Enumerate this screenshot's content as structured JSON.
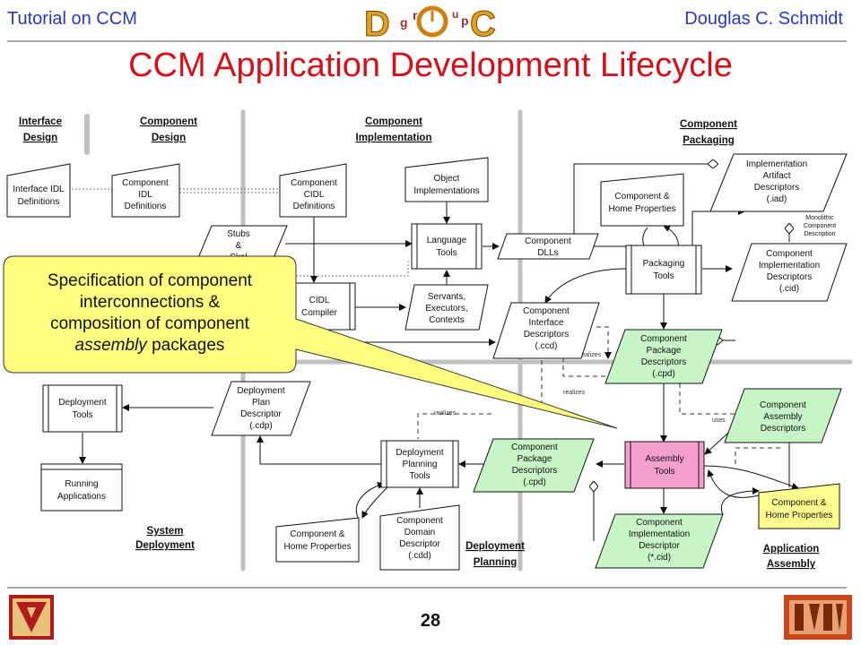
{
  "header": {
    "left": "Tutorial on CCM",
    "right": "Douglas C. Schmidt",
    "logo_letters": [
      "D",
      "g",
      "r",
      "u",
      "p",
      "C"
    ]
  },
  "title": "CCM Application Development Lifecycle",
  "page_number": "28",
  "colors": {
    "header_text": "#2a38c0",
    "title": "#d4101a",
    "callout_fill": "#ffff80",
    "green_box": "#c8f5c8",
    "pink_box": "#f5a0cc",
    "yellow_box": "#ffff90",
    "phase_divider": "#c0c0c0"
  },
  "callout": {
    "line1": "Specification of component",
    "line2": "interconnections &",
    "line3": "composition of component",
    "line4_italic": "assembly",
    "line4_rest": " packages"
  },
  "phases": {
    "interface_design": [
      "Interface",
      "Design"
    ],
    "component_design": [
      "Component",
      "Design"
    ],
    "component_implementation": [
      "Component",
      "Implementation"
    ],
    "component_packaging": [
      "Component",
      "Packaging"
    ],
    "system_deployment": [
      "System",
      "Deployment"
    ],
    "deployment_planning": [
      "Deployment",
      "Planning"
    ],
    "application_assembly": [
      "Application",
      "Assembly"
    ]
  },
  "nodes": {
    "interface_idl": [
      "Interface IDL",
      "Definitions"
    ],
    "component_idl": [
      "Component",
      "IDL",
      "Definitions"
    ],
    "component_cidl": [
      "Component",
      "CIDL",
      "Definitions"
    ],
    "object_impl": [
      "Object",
      "Implementations"
    ],
    "stubs": [
      "Stubs",
      "&",
      "Skel"
    ],
    "language_tools": [
      "Language",
      "Tools"
    ],
    "component_dlls": [
      "Component",
      "DLLs"
    ],
    "cidl_compiler": [
      "CIDL",
      "Compiler"
    ],
    "servants": [
      "Servants,",
      "Executors,",
      "Contexts"
    ],
    "comp_iface_desc": [
      "Component",
      "Interface",
      "Descriptors",
      "(.ccd)"
    ],
    "home_props_top": [
      "Component &",
      "Home Properties"
    ],
    "impl_artifact": [
      "Implementation",
      "Artifact",
      "Descriptors",
      "(.iad)"
    ],
    "monolithic": [
      "Monolithic",
      "Component",
      "Description"
    ],
    "packaging_tools": [
      "Packaging",
      "Tools"
    ],
    "comp_impl_desc_top": [
      "Component",
      "Implementation",
      "Descriptors",
      "(.cid)"
    ],
    "comp_pkg_desc_right": [
      "Component",
      "Package",
      "Descriptors",
      "(.cpd)"
    ],
    "comp_assembly_desc": [
      "Component",
      "Assembly",
      "Descriptors"
    ],
    "deployment_tools": [
      "Deployment",
      "Tools"
    ],
    "deployment_plan": [
      "Deployment",
      "Plan",
      "Descriptor",
      "(.cdp)"
    ],
    "running_apps": [
      "Running",
      "Applications"
    ],
    "deployment_planning_tools": [
      "Deployment",
      "Planning",
      "Tools"
    ],
    "comp_pkg_desc_mid": [
      "Component",
      "Package",
      "Descriptors",
      "(.cpd)"
    ],
    "assembly_tools": [
      "Assembly",
      "Tools"
    ],
    "home_props_right": [
      "Component &",
      "Home Properties"
    ],
    "home_props_bottom": [
      "Component &",
      "Home Properties"
    ],
    "comp_domain_desc": [
      "Component",
      "Domain",
      "Descriptor",
      "(.cdd)"
    ],
    "comp_impl_desc_bottom": [
      "Component",
      "Implementation",
      "Descriptor",
      "(*.cid)"
    ]
  },
  "edge_labels": {
    "realizes_1": "realizes",
    "realizes_2": "realizes",
    "realizes_3": "realizes",
    "uses": "uses"
  }
}
